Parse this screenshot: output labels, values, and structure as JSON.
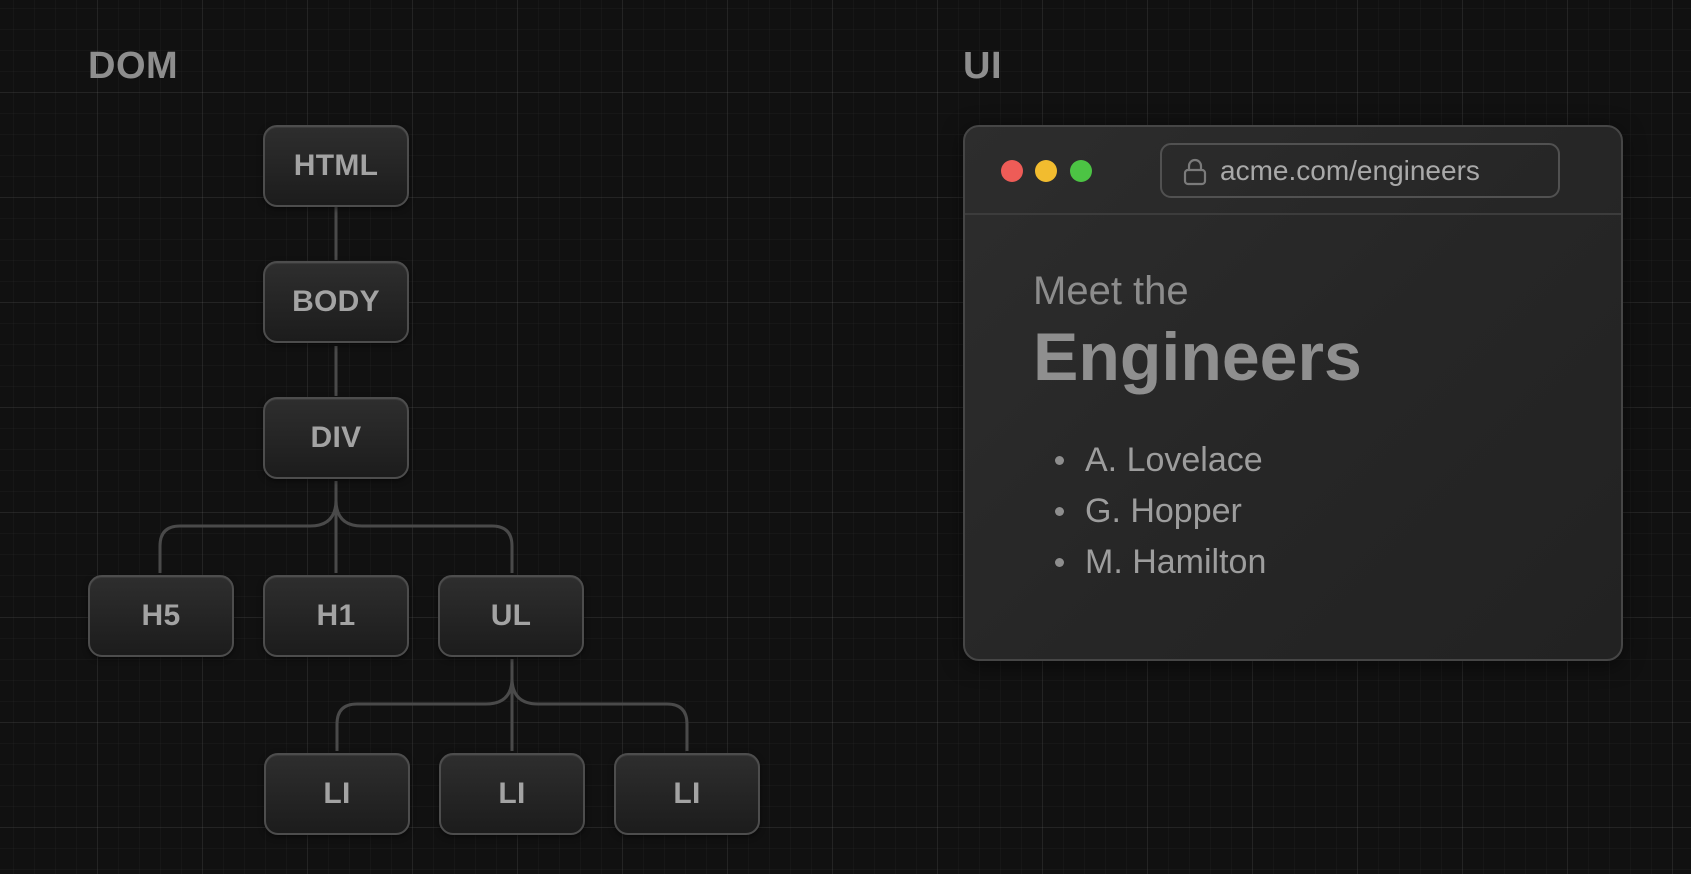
{
  "dom_section": {
    "title": "DOM",
    "nodes": {
      "html": "HTML",
      "body": "BODY",
      "div": "DIV",
      "h5": "H5",
      "h1": "H1",
      "ul": "UL",
      "li_1": "LI",
      "li_2": "LI",
      "li_3": "LI"
    }
  },
  "ui_section": {
    "title": "UI",
    "browser": {
      "traffic_lights": {
        "close_color": "#ee5c57",
        "minimize_color": "#f2bc2f",
        "maximize_color": "#4cc444"
      },
      "address_bar": {
        "icon": "lock-icon",
        "url": "acme.com/engineers"
      },
      "content": {
        "subtitle": "Meet the",
        "headline": "Engineers",
        "engineers": [
          "A. Lovelace",
          "G. Hopper",
          "M. Hamilton"
        ]
      }
    }
  }
}
